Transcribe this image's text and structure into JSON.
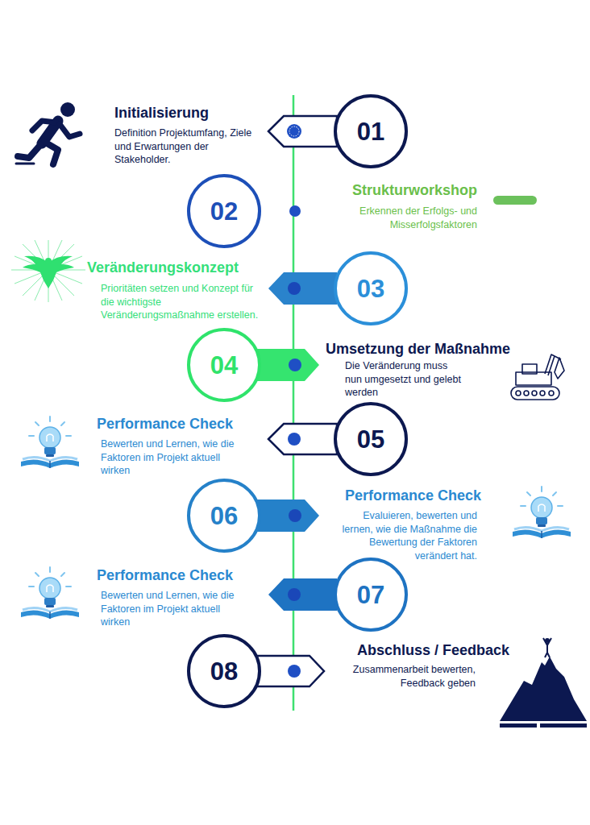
{
  "diagram": {
    "nodes": [
      {
        "text": [
          "01"
        ]
      },
      {
        "text": [
          "02"
        ]
      },
      {
        "text": [
          "03"
        ]
      },
      {
        "text": [
          "04"
        ]
      },
      {
        "text": [
          "05"
        ]
      },
      {
        "text": [
          "06"
        ]
      },
      {
        "text": [
          "07"
        ]
      },
      {
        "text": [
          "08"
        ]
      }
    ],
    "labels": [
      "Initialisierung",
      "Definition Projektumfang, Ziele und Erwartungen der Stakeholder.",
      "Strukturworkshop",
      "Erkennen der Erfolgs- und Misserfolgsfaktoren",
      "Veränderungskonzept",
      "Prioritäten setzen und Konzept für die wichtigste Veränderungsmaßnahme erstellen.",
      "Umsetzung der Maßnahme",
      "Die Veränderung muss nun umgesetzt und gelebt werden",
      "Performance Check",
      "Bewerten und Lernen, wie die Faktoren im Projekt aktuell wirken",
      "Performance Check",
      "Evaluieren, bewerten und lernen, wie die Maßnahme die Bewertung der Faktoren verändert hat.",
      "Performance Check",
      "Bewerten und Lernen, wie die Faktoren im Projekt aktuell wirken",
      "Abschluss / Feedback",
      "Zusammenarbeit bewerten, Feedback geben"
    ]
  }
}
